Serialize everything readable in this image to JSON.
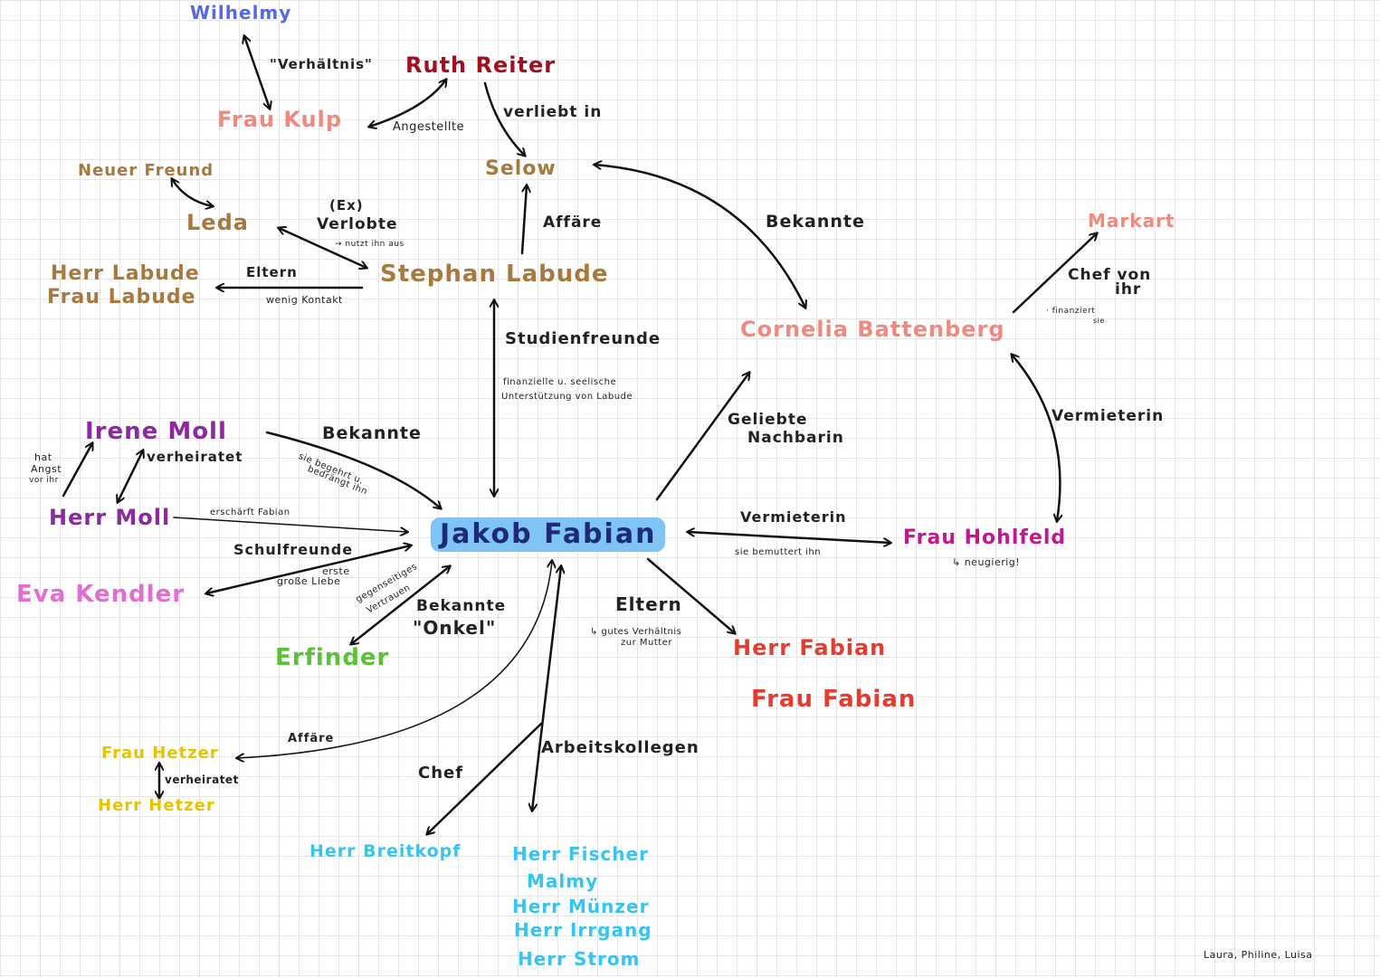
{
  "colors": {
    "center_text": "#1d2a78",
    "center_highlight": "#7fc4f5",
    "arrow": "#111111",
    "brown": "#a8793f",
    "salmon": "#f08a80",
    "darkred": "#a01020",
    "purple": "#8a2a9e",
    "pink": "#e070d0",
    "green": "#5cc038",
    "yellow": "#e6c400",
    "cyan": "#38c4f0",
    "red": "#e63c30",
    "magenta": "#c01890",
    "blue": "#5868e0"
  },
  "nodes": {
    "wilhelmy": "Wilhelmy",
    "ruth_reiter": "Ruth Reiter",
    "frau_kulp": "Frau Kulp",
    "labude_short": "Selow",
    "neuer_freund": "Neuer Freund",
    "leda": "Leda",
    "stephan_labude": "Stephan Labude",
    "herr_labude": "Herr Labude",
    "frau_labude": "Frau Labude",
    "markart": "Markart",
    "cornelia": "Cornelia Battenberg",
    "irene_moll": "Irene Moll",
    "herr_moll": "Herr Moll",
    "jakob_fabian": "Jakob Fabian",
    "frau_hohlfeld": "Frau Hohlfeld",
    "eva_kendler": "Eva Kendler",
    "erfinder": "Erfinder",
    "herr_fabian": "Herr Fabian",
    "frau_fabian": "Frau Fabian",
    "frau_hetzer": "Frau Hetzer",
    "herr_hetzer": "Herr Hetzer",
    "herr_breitkopf": "Herr Breitkopf",
    "colleagues": [
      "Herr Fischer",
      "Malmy",
      "Herr Münzer",
      "Herr Irrgang",
      "Herr Strom"
    ]
  },
  "labels": {
    "verhaeltnis": "\"Verhältnis\"",
    "angestellte": "Angestellte",
    "verliebt_in": "verliebt in",
    "ex_verlobte": "(Ex)",
    "verlobte": "Verlobte",
    "nutzt_ihn_aus": "→ nutzt ihn aus",
    "affaere": "Affäre",
    "bekannte_top": "Bekannte",
    "eltern_labude": "Eltern",
    "wenig_kontakt": "wenig Kontakt",
    "chef_von": "Chef von",
    "ihr": "ihr",
    "finanziert": "· finanziert",
    "sie": "sie",
    "studienfreunde": "Studienfreunde",
    "finanzielle": "finanzielle u. seelische",
    "unterstuetzung": "Unterstützung von Labude",
    "hat": "hat",
    "angst": "Angst",
    "vor_ihr": "vor ihr",
    "verheiratet_moll": "verheiratet",
    "bekannte_irene": "Bekannte",
    "sie_begehrt": "sie begehrt u.",
    "bedraengt": "bedrängt ihn",
    "erschiesst": "erschärft Fabian",
    "schulfreunde": "Schulfreunde",
    "erste": "erste",
    "grosse_liebe": "große Liebe",
    "gegenseitiges": "gegenseitiges",
    "vertrauen": "Vertrauen",
    "bekannte_onkel": "Bekannte",
    "onkel": "\"Onkel\"",
    "geliebte": "Geliebte",
    "nachbarin": "Nachbarin",
    "vermieterin_right": "Vermieterin",
    "vermieterin_center": "Vermieterin",
    "sie_bemuttert": "sie bemuttert ihn",
    "neugierig": "↳ neugierig!",
    "eltern_fabian": "Eltern",
    "gutes_verhaeltnis": "↳ gutes Verhältnis",
    "zur_mutter": "zur Mutter",
    "affaere_hetzer": "Affäre",
    "verheiratet_hetzer": "verheiratet",
    "chef": "Chef",
    "arbeitskollegen": "Arbeitskollegen"
  },
  "footer": {
    "authors": "Laura, Philine, Luisa"
  }
}
